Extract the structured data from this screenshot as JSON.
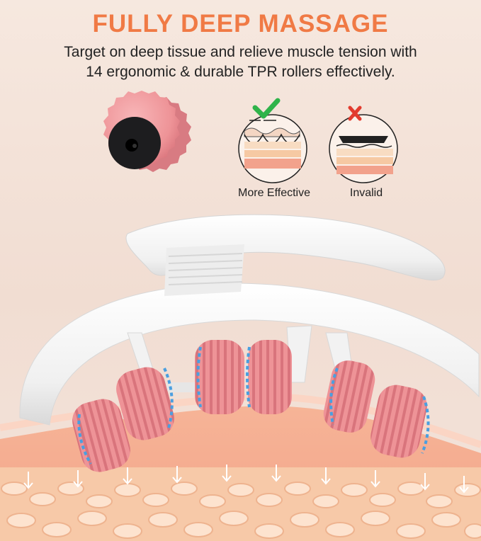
{
  "header": {
    "title": "FULLY DEEP MASSAGE",
    "description_line1": "Target on deep tissue and relieve muscle tension with",
    "description_line2": "14 ergonomic & durable TPR rollers effectively."
  },
  "comparison": {
    "effective": {
      "label": "More Effective",
      "icon": "check-icon",
      "color": "#2fb34a"
    },
    "invalid": {
      "label": "Invalid",
      "icon": "cross-icon",
      "color": "#e23b2e"
    }
  },
  "colors": {
    "accent": "#f07a45",
    "roller_pink": "#f09aa0",
    "roller_shadow": "#d9747c",
    "dash_blue": "#4a9fe0",
    "skin": "#f2a789",
    "fat": "#f7c7a7",
    "device_white": "#f7f7f7"
  }
}
